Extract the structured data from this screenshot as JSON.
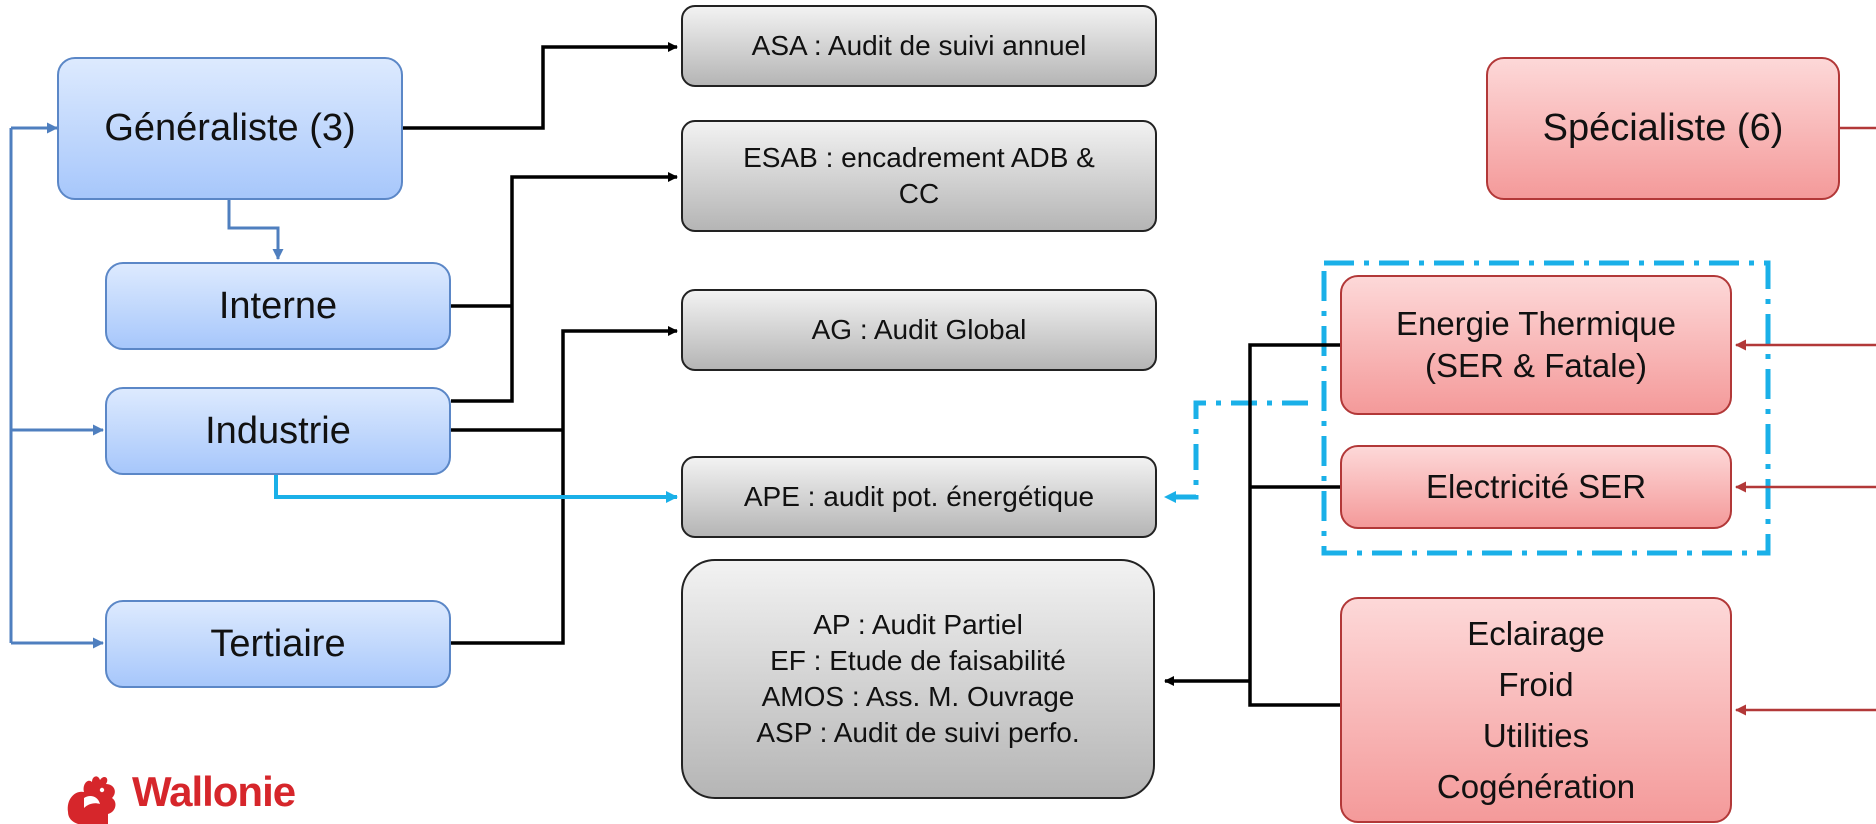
{
  "colors": {
    "blue_fill": "#a7c7fb",
    "blue_border": "#5b87c7",
    "grey_fill": "#b5b5b5",
    "red_fill": "#f49a9a",
    "red_border": "#b23838",
    "cyan_dash": "#1ab0e8",
    "logo_red": "#d6262b"
  },
  "left_column": {
    "generaliste": "Généraliste (3)",
    "interne": "Interne",
    "industrie": "Industrie",
    "tertiaire": "Tertiaire"
  },
  "audits": {
    "asa": "ASA : Audit de suivi annuel",
    "esab": [
      "ESAB : encadrement ADB &",
      "CC"
    ],
    "ag": "AG : Audit Global",
    "ape": "APE : audit pot. énergétique",
    "multi": [
      "AP : Audit Partiel",
      "EF : Etude de faisabilité",
      "AMOS : Ass. M. Ouvrage",
      "ASP : Audit de suivi perfo."
    ]
  },
  "right_column": {
    "specialiste": "Spécialiste (6)",
    "energie": [
      "Energie Thermique",
      "(SER & Fatale)"
    ],
    "electricite": "Electricité SER",
    "autres": [
      "Eclairage",
      "Froid",
      "Utilities",
      "Cogénération"
    ]
  },
  "logo": {
    "text": "Wallonie",
    "icon": "rooster-icon"
  }
}
